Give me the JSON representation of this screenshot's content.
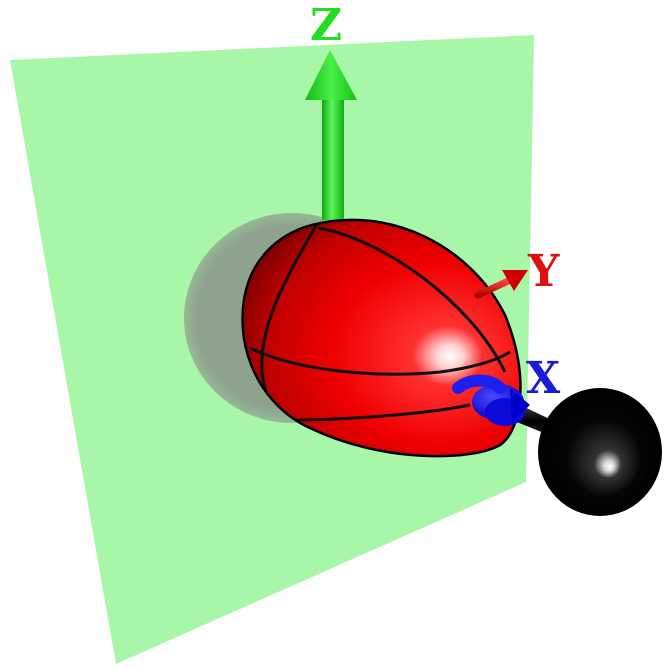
{
  "axes": {
    "z": {
      "label": "Z",
      "color": "#22dd22"
    },
    "y": {
      "label": "Y",
      "color": "#dd1111"
    },
    "x": {
      "label": "X",
      "color": "#1a1adb"
    }
  },
  "plane": {
    "color": "#a3f5a3"
  },
  "ellipsoid": {
    "color": "#f20000",
    "outline_color": "#111111"
  },
  "shadow": {
    "color": "#8a9a8a"
  },
  "atom": {
    "color": "#000000"
  },
  "bond": {
    "color": "#111111"
  }
}
